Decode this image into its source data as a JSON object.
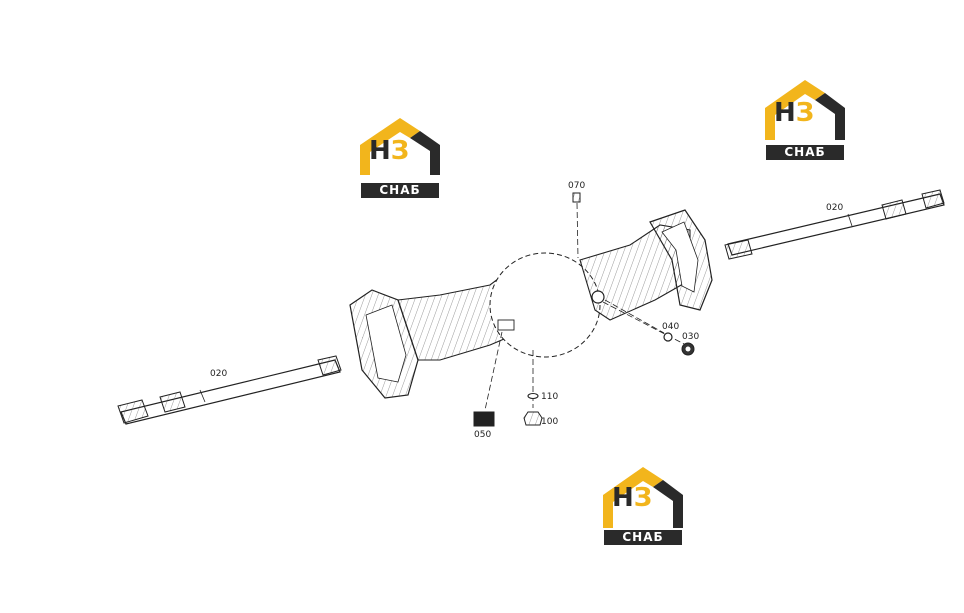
{
  "labels": {
    "shaft_right": "020",
    "shaft_left": "020",
    "p070": "070",
    "p040": "040",
    "p030": "030",
    "p110": "110",
    "p100": "100",
    "p050": "050"
  },
  "watermark": {
    "mark_h": "H",
    "mark_z": "З",
    "text": "СНАБ",
    "colors": {
      "accent": "#f2b51c",
      "dark": "#2a2a2a"
    }
  }
}
